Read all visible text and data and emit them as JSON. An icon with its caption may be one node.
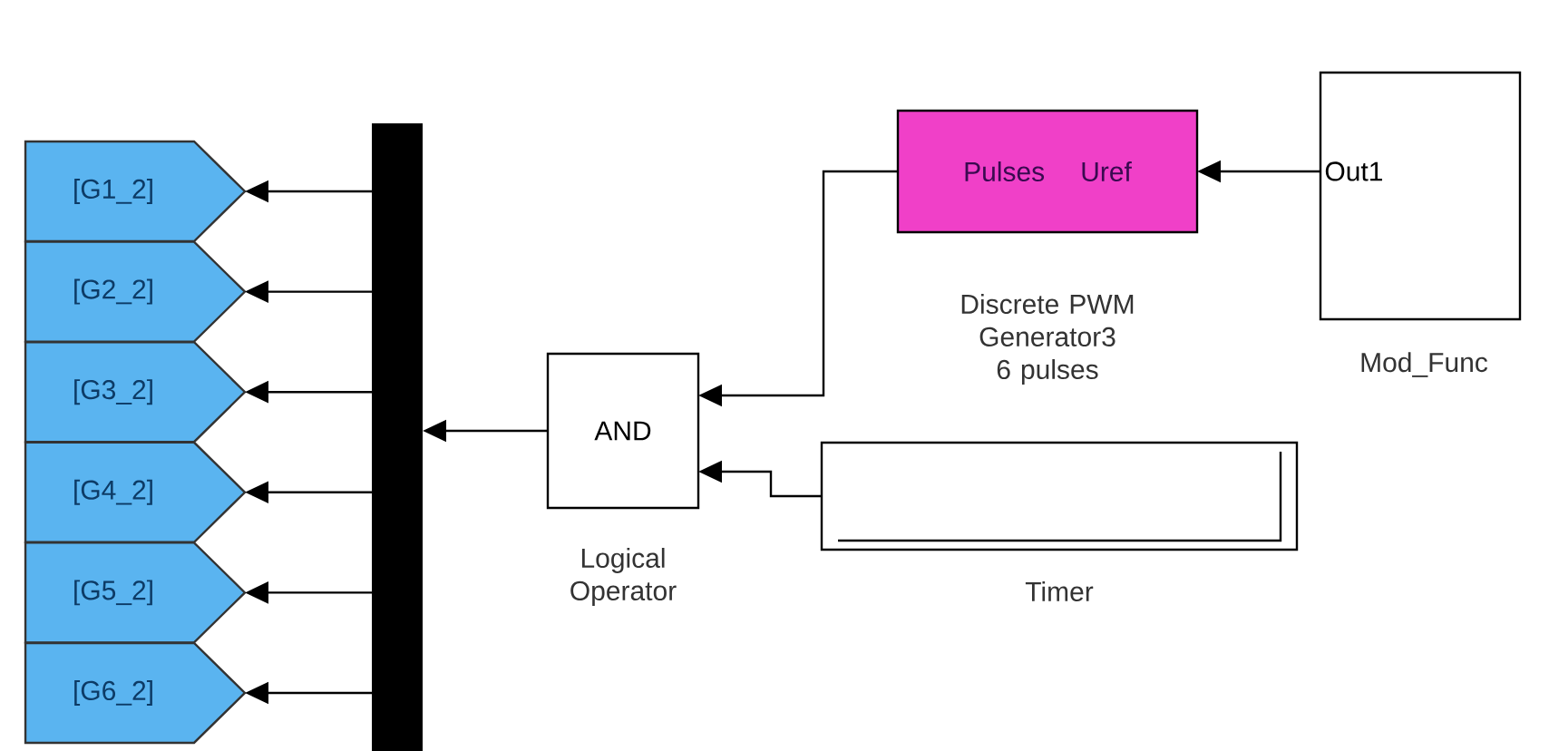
{
  "diagram": {
    "nodes": [
      {
        "text": [
          "[G1_2]"
        ]
      },
      {
        "text": [
          "[G2_2]"
        ]
      },
      {
        "text": [
          "[G3_2]"
        ]
      },
      {
        "text": [
          "[G4_2]"
        ]
      },
      {
        "text": [
          "[G5_2]"
        ]
      },
      {
        "text": [
          "[G6_2]"
        ]
      },
      {
        "text": [],
        "shape": "bar"
      },
      {
        "text": [
          "AND"
        ],
        "beside": [
          "Logical Operator"
        ]
      },
      {
        "text": [
          "Pulses",
          "Uref"
        ],
        "beside": [
          "Discrete PWM Generator3 6 pulses"
        ]
      },
      {
        "text": [
          "Out1"
        ],
        "beside": [
          "Mod_Func"
        ]
      },
      {
        "text": [],
        "shape": "box",
        "beside": [
          "Timer"
        ]
      }
    ],
    "edges": [
      {
        "from": 6,
        "to": 0,
        "arrow": "to"
      },
      {
        "from": 6,
        "to": 1,
        "arrow": "to"
      },
      {
        "from": 6,
        "to": 2,
        "arrow": "to"
      },
      {
        "from": 6,
        "to": 3,
        "arrow": "to"
      },
      {
        "from": 6,
        "to": 4,
        "arrow": "to"
      },
      {
        "from": 6,
        "to": 5,
        "arrow": "to"
      },
      {
        "from": 7,
        "to": 6,
        "arrow": "to"
      },
      {
        "from": 8,
        "to": 7,
        "arrow": "to"
      },
      {
        "from": 10,
        "to": 7,
        "arrow": "to"
      },
      {
        "from": 9,
        "to": 8,
        "arrow": "to"
      }
    ]
  }
}
